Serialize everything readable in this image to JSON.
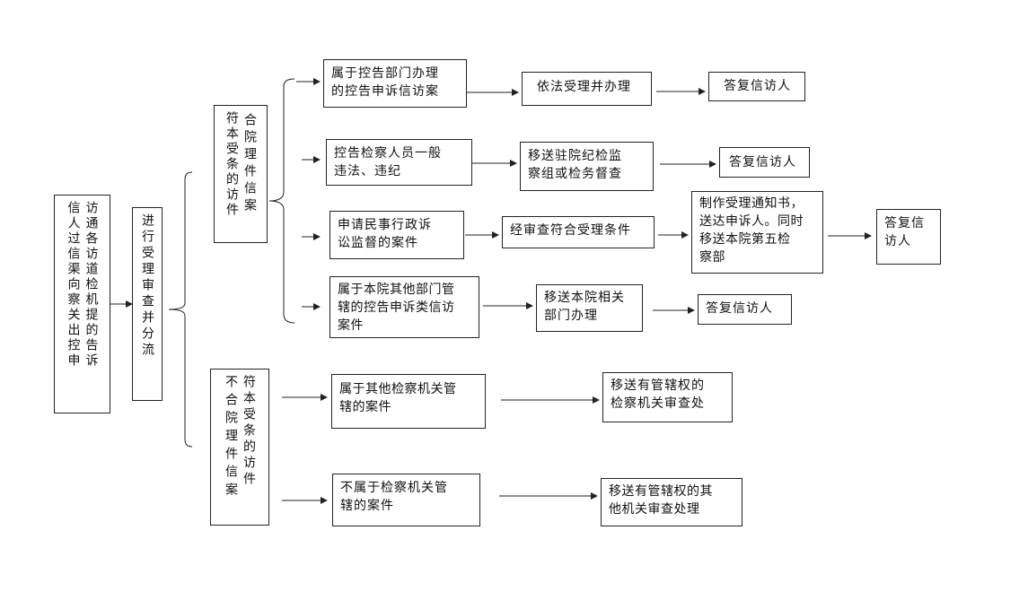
{
  "left": {
    "intro_cols": [
      "访通各访道检机提的告诉",
      "信人过信渠向察关出控申"
    ],
    "process": "进行受理审查并分流"
  },
  "branches": {
    "accept_cols": [
      "合院理件信案",
      "符本受条的访件"
    ],
    "reject_cols": [
      "符本受条的访件",
      "不合院理件信案"
    ]
  },
  "rows": {
    "r1_cat": "属于控告部门办理\n的控告申诉信访案",
    "r1_act": "依法受理并办理",
    "r1_res": "答复信访人",
    "r2_cat": "控告检察人员一般\n违法、违纪",
    "r2_act": "移送驻院纪检监\n察组或检务督查",
    "r2_res": "答复信访人",
    "r3_cat": "申请民事行政诉\n讼监督的案件",
    "r3_act": "经审查符合受理条件",
    "r3_act2": "制作受理通知书，\n送达申诉人。同时\n移送本院第五检\n察部",
    "r3_res": "答复信\n访人",
    "r4_cat": "属于本院其他部门管\n辖的控告申诉类信访\n案件",
    "r4_act": "移送本院相关\n部门办理",
    "r4_res": "答复信访人",
    "r5_cat": "属于其他检察机关管\n辖的案件",
    "r5_act": "移送有管辖权的\n检察机关审查处",
    "r6_cat": "不属于检察机关管\n辖的案件",
    "r6_act": "移送有管辖权的其\n他机关审查处理"
  }
}
